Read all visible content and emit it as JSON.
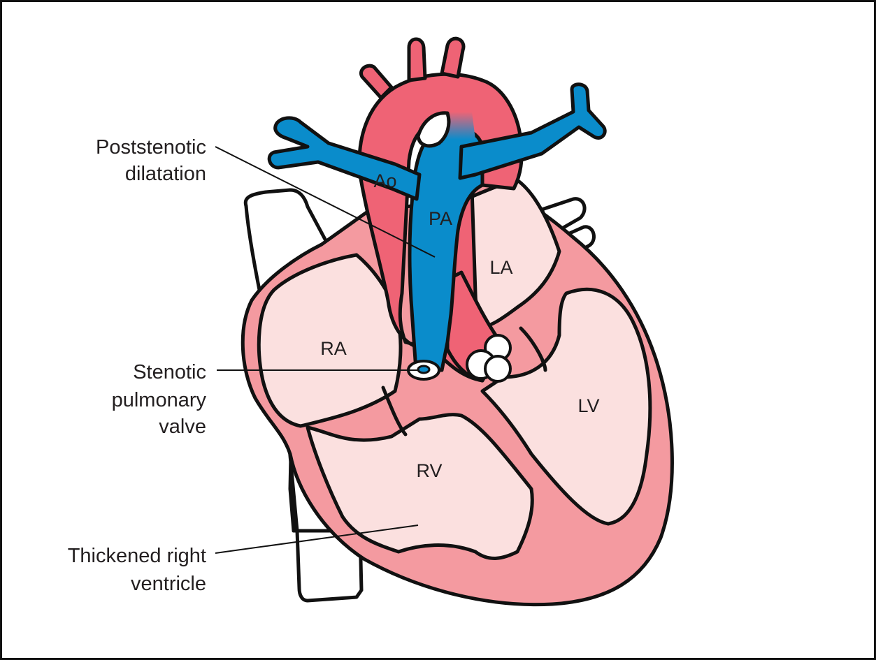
{
  "colors": {
    "outline": "#111111",
    "artery_red": "#ef6375",
    "myocardium": "#f49aa0",
    "chamber_fill": "#fbe0df",
    "vessel_blue": "#0a8ccb",
    "valve_white": "#ffffff"
  },
  "callouts": {
    "poststenotic": {
      "line1": "Poststenotic",
      "line2": "dilatation"
    },
    "stenotic": {
      "line1": "Stenotic",
      "line2": "pulmonary",
      "line3": "valve"
    },
    "thickened": {
      "line1": "Thickened right",
      "line2": "ventricle"
    }
  },
  "chambers": {
    "ao": "Ao",
    "pa": "PA",
    "la": "LA",
    "ra": "RA",
    "rv": "RV",
    "lv": "LV"
  }
}
